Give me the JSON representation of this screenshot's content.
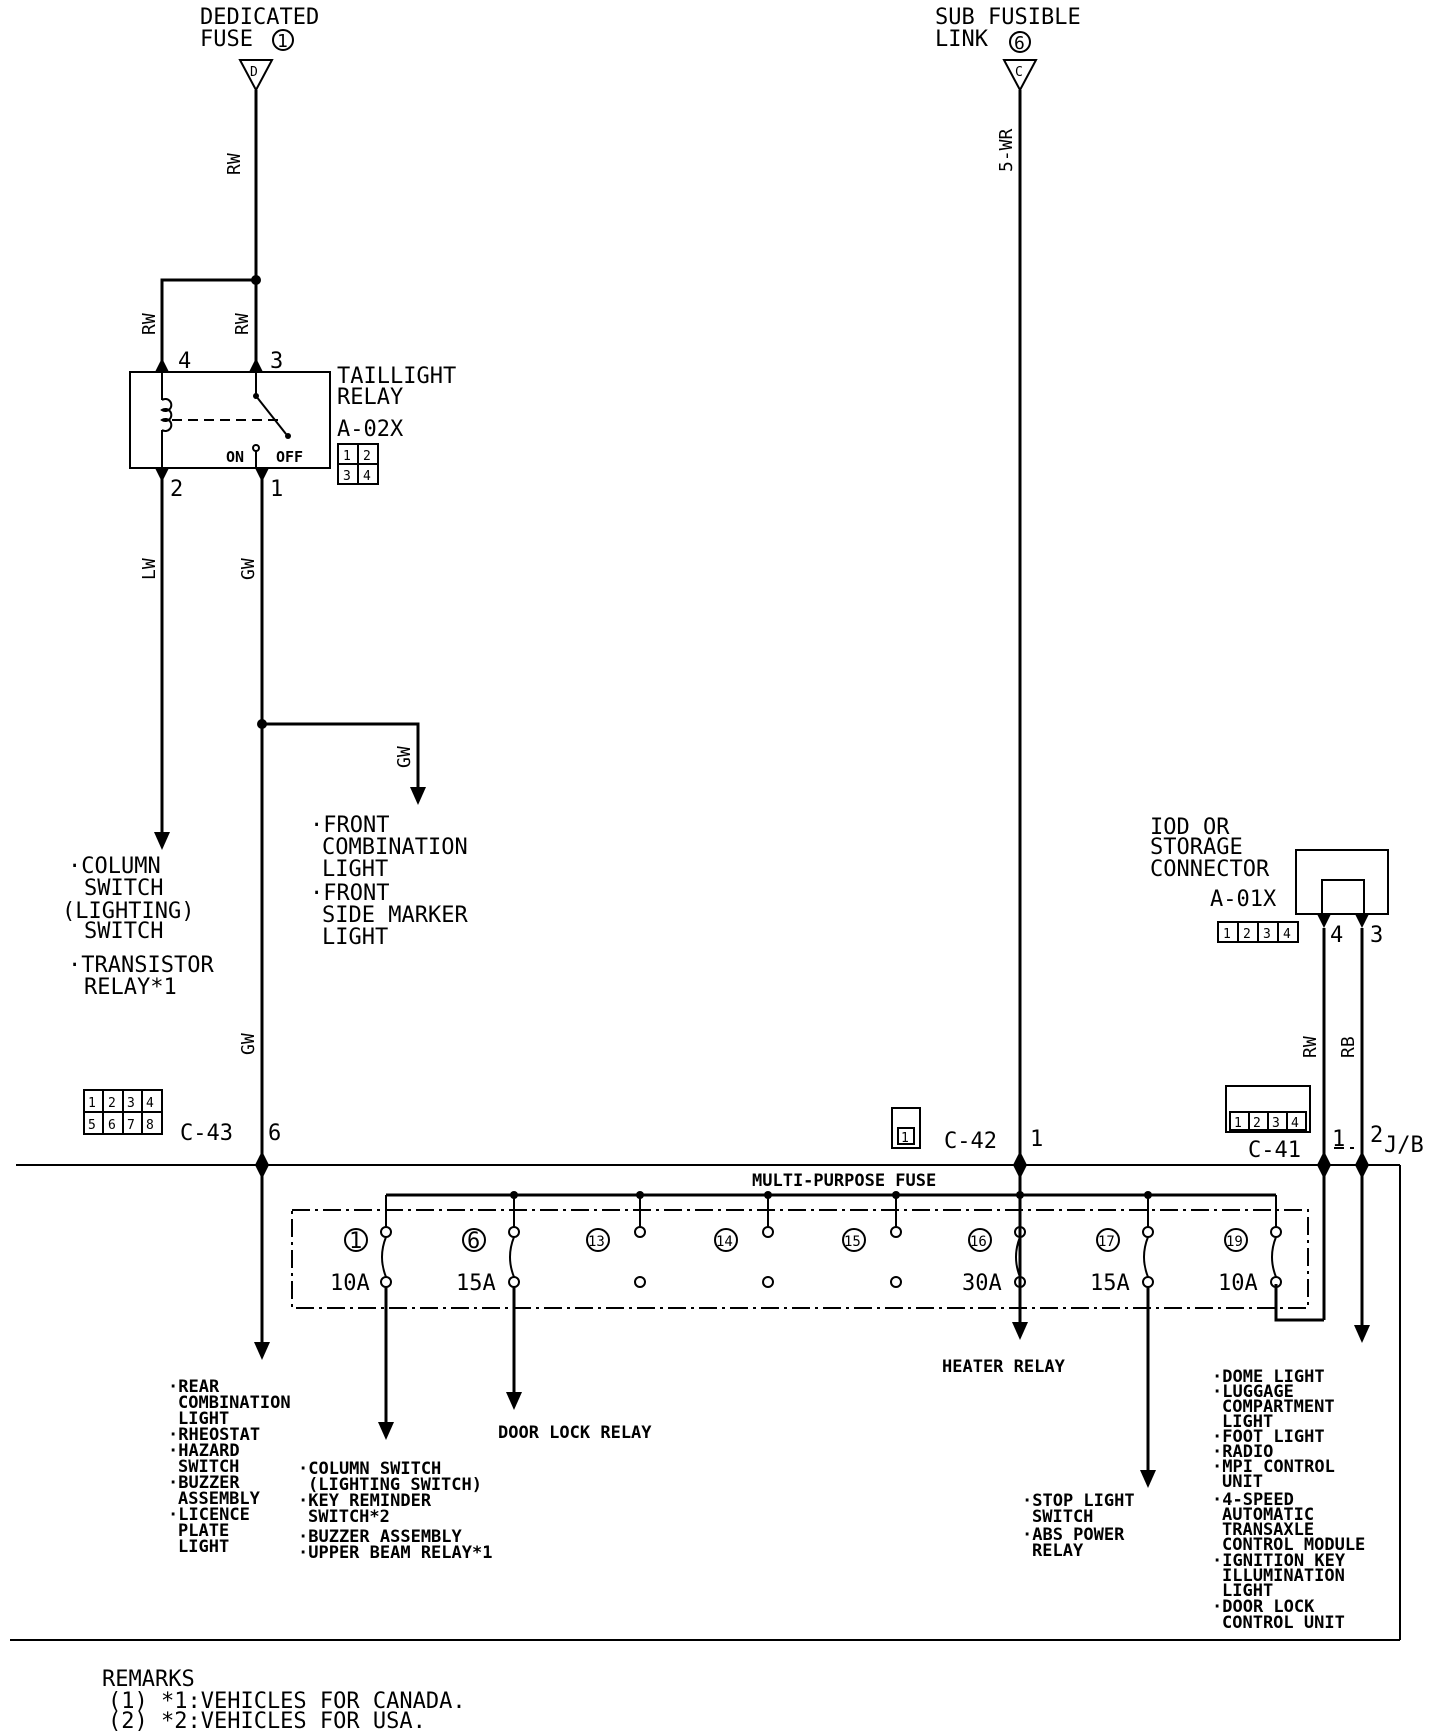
{
  "sources": {
    "dedicated_fuse": [
      "DEDICATED",
      "FUSE"
    ],
    "dedicated_fuse_num": "1",
    "dedicated_fuse_pin": "D",
    "sub_link": [
      "SUB FUSIBLE",
      "LINK"
    ],
    "sub_link_num": "6",
    "sub_link_pin": "C"
  },
  "wires": {
    "rw_main": "RW",
    "rw_left": "RW",
    "rw_right": "RW",
    "lw": "LW",
    "gw_1": "GW",
    "gw_branch": "GW",
    "gw_lower": "GW",
    "wr5": "5-WR",
    "rw_iod": "RW",
    "rb_iod": "RB"
  },
  "relay": {
    "title": [
      "TAILLIGHT",
      "RELAY"
    ],
    "code": "A-02X",
    "pins": {
      "p4": "4",
      "p3": "3",
      "p2": "2",
      "p1": "1"
    },
    "on": "ON",
    "off": "OFF",
    "grid": [
      "1",
      "2",
      "3",
      "4"
    ]
  },
  "loads": {
    "column_switch": [
      "·COLUMN",
      "SWITCH",
      "(LIGHTING)",
      "SWITCH",
      "·TRANSISTOR",
      "RELAY*1"
    ],
    "front": [
      "·FRONT",
      "COMBINATION",
      "LIGHT",
      "·FRONT",
      "SIDE MARKER",
      "LIGHT"
    ],
    "rear": [
      "·REAR",
      "COMBINATION",
      "LIGHT",
      "·RHEOSTAT",
      "·HAZARD",
      "SWITCH",
      "·BUZZER",
      "ASSEMBLY",
      "·LICENCE",
      "PLATE",
      "LIGHT"
    ],
    "column2": [
      "·COLUMN SWITCH",
      "(LIGHTING SWITCH)",
      "·KEY REMINDER",
      "SWITCH*2",
      "·BUZZER ASSEMBLY",
      "·UPPER BEAM RELAY*1"
    ],
    "door_lock_relay": "DOOR LOCK RELAY",
    "heater_relay": "HEATER RELAY",
    "stop": [
      "·STOP LIGHT",
      "SWITCH",
      "·ABS POWER",
      "RELAY"
    ],
    "right": [
      "·DOME LIGHT",
      "·LUGGAGE",
      "COMPARTMENT",
      "LIGHT",
      "·FOOT LIGHT",
      "·RADIO",
      "·MPI CONTROL",
      "UNIT",
      "·4-SPEED",
      "AUTOMATIC",
      "TRANSAXLE",
      "CONTROL MODULE",
      "·IGNITION KEY",
      "ILLUMINATION",
      "LIGHT",
      "·DOOR LOCK",
      "CONTROL UNIT"
    ]
  },
  "connectors": {
    "c43": "C-43",
    "c43_pin": "6",
    "c43_grid": [
      "1",
      "2",
      "3",
      "4",
      "5",
      "6",
      "7",
      "8"
    ],
    "c42": "C-42",
    "c42_pin": "1",
    "c42_grid": [
      "1"
    ],
    "c41": "C-41",
    "c41_pin1": "1",
    "c41_pin2": "2",
    "jb": "J/B",
    "c41_grid": [
      "1",
      "2",
      "3",
      "4"
    ],
    "iod": [
      "IOD OR",
      "STORAGE",
      "CONNECTOR"
    ],
    "iod_code": "A-01X",
    "iod_pin4": "4",
    "iod_pin3": "3",
    "iod_grid": [
      "1",
      "2",
      "3",
      "4"
    ]
  },
  "fuse_block": {
    "title": "MULTI-PURPOSE FUSE",
    "fuses": [
      {
        "num": "1",
        "amp": "10A"
      },
      {
        "num": "6",
        "amp": "15A"
      },
      {
        "num": "13",
        "amp": ""
      },
      {
        "num": "14",
        "amp": ""
      },
      {
        "num": "15",
        "amp": ""
      },
      {
        "num": "16",
        "amp": "30A"
      },
      {
        "num": "17",
        "amp": "15A"
      },
      {
        "num": "19",
        "amp": "10A"
      }
    ]
  },
  "remarks": {
    "title": "REMARKS",
    "items": [
      "(1) *1:VEHICLES FOR CANADA.",
      "(2) *2:VEHICLES FOR USA."
    ]
  }
}
